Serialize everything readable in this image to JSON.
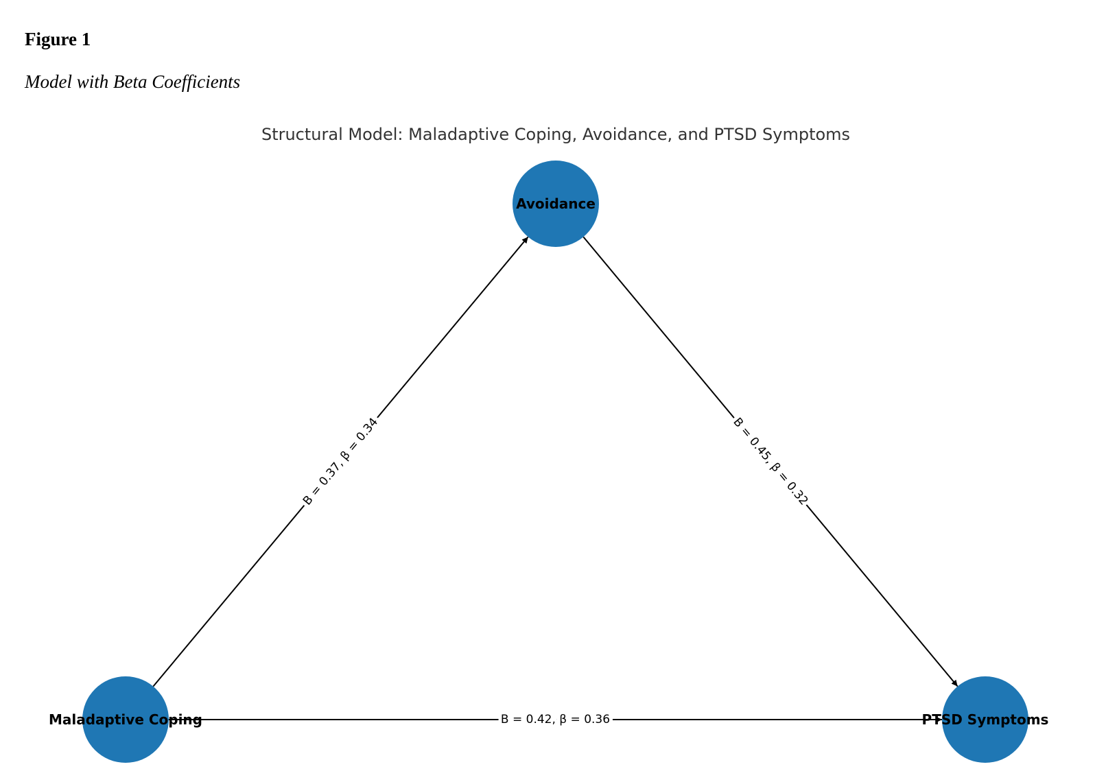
{
  "figure": {
    "label": "Figure 1",
    "caption": "Model with Beta Coefficients"
  },
  "diagram": {
    "title": "Structural Model: Maladaptive Coping, Avoidance, and PTSD Symptoms",
    "node_color": "#1f77b4",
    "nodes": [
      {
        "id": "avoidance",
        "label": "Avoidance"
      },
      {
        "id": "coping",
        "label": "Maladaptive Coping"
      },
      {
        "id": "ptsd",
        "label": "PTSD Symptoms"
      }
    ],
    "edges": [
      {
        "from": "coping",
        "to": "avoidance",
        "label": "B = 0.37, β = 0.34"
      },
      {
        "from": "avoidance",
        "to": "ptsd",
        "label": "B = 0.45, β = 0.32"
      },
      {
        "from": "coping",
        "to": "ptsd",
        "label": "B = 0.42, β = 0.36"
      }
    ]
  }
}
